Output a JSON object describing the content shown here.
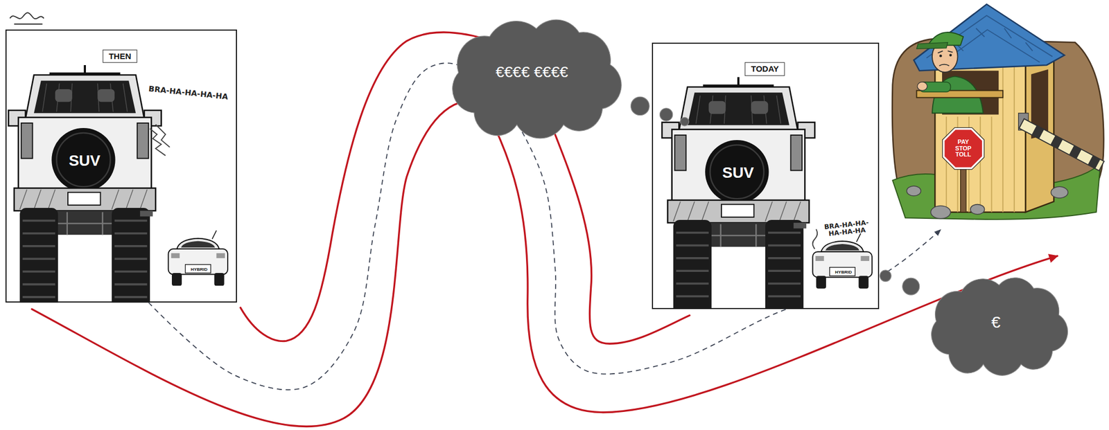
{
  "diagram": {
    "nodes": [
      {
        "text": [
          "THEN",
          "SUV",
          "BRA-HA-HA-HA-HA",
          "HYBRID"
        ]
      },
      {
        "text": [
          "€€€€ €€€€"
        ]
      },
      {
        "text": [
          "TODAY",
          "SUV",
          "BRA-HA-HA-HA-HA-HA",
          "HYBRID"
        ]
      },
      {
        "text": [
          "PAY STOP TOLL"
        ]
      },
      {
        "text": [
          "€"
        ]
      }
    ],
    "edges": [
      {
        "from": 0,
        "to": 3,
        "arrow": "to"
      }
    ]
  }
}
